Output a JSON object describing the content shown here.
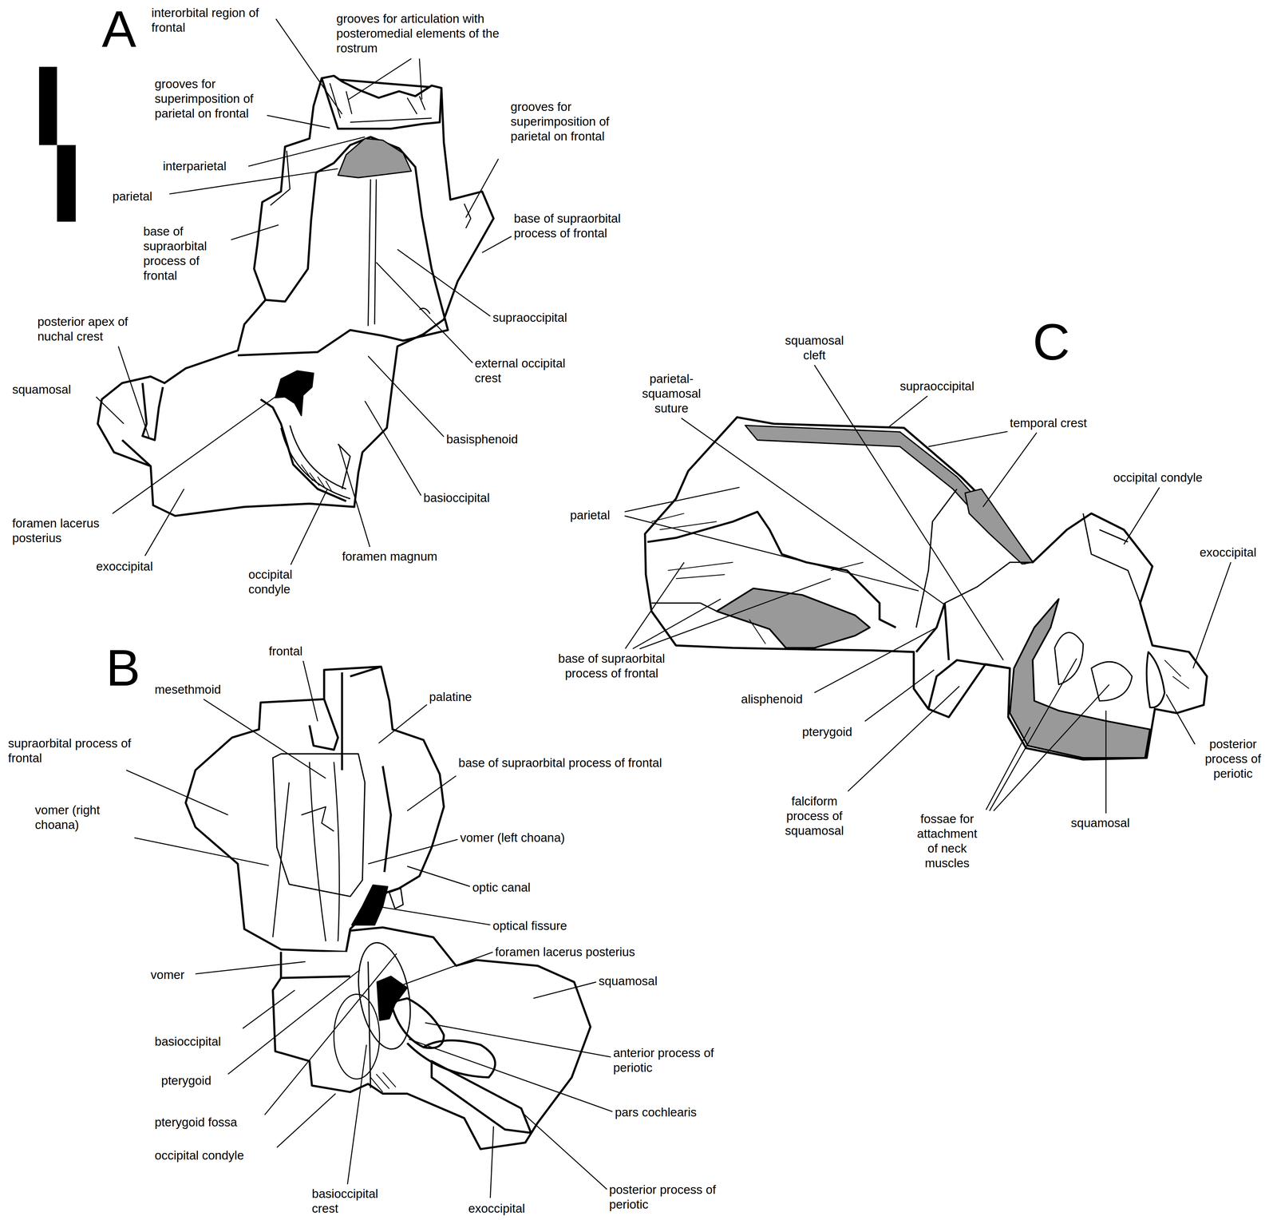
{
  "diagram": {
    "labels": [
      "A",
      "interorbital region of frontal",
      "grooves for articulation with posteromedial elements of the rostrum",
      "grooves for superimposition of parietal on frontal",
      "interparietal",
      "grooves for superimposition of parietal on frontal",
      "parietal",
      "base of supraorbital process of frontal",
      "base of supraorbital process of frontal",
      "posterior apex of nuchal crest",
      "supraoccipital",
      "external occipital crest",
      "squamosal",
      "basisphenoid",
      "basioccipital",
      "foramen lacerus posterius",
      "foramen magnum",
      "exoccipital",
      "occipital condyle",
      "C",
      "squamosal cleft",
      "supraoccipital",
      "parietal-squamosal suture",
      "temporal crest",
      "occipital condyle",
      "parietal",
      "exoccipital",
      "base of supraorbital process of frontal",
      "alisphenoid",
      "pterygoid",
      "posterior process of periotic",
      "falciform process of squamosal",
      "fossae for attachment of neck muscles",
      "squamosal",
      "B",
      "frontal",
      "mesethmoid",
      "palatine",
      "supraorbital process of frontal",
      "base of supraorbital process of frontal",
      "vomer (right choana)",
      "vomer (left choana)",
      "optic canal",
      "optical fissure",
      "foramen lacerus posterius",
      "vomer",
      "squamosal",
      "basioccipital",
      "anterior process of periotic",
      "pterygoid",
      "pars cochlearis",
      "pterygoid fossa",
      "occipital condyle",
      "basioccipital crest",
      "exoccipital",
      "posterior process of periotic"
    ]
  }
}
